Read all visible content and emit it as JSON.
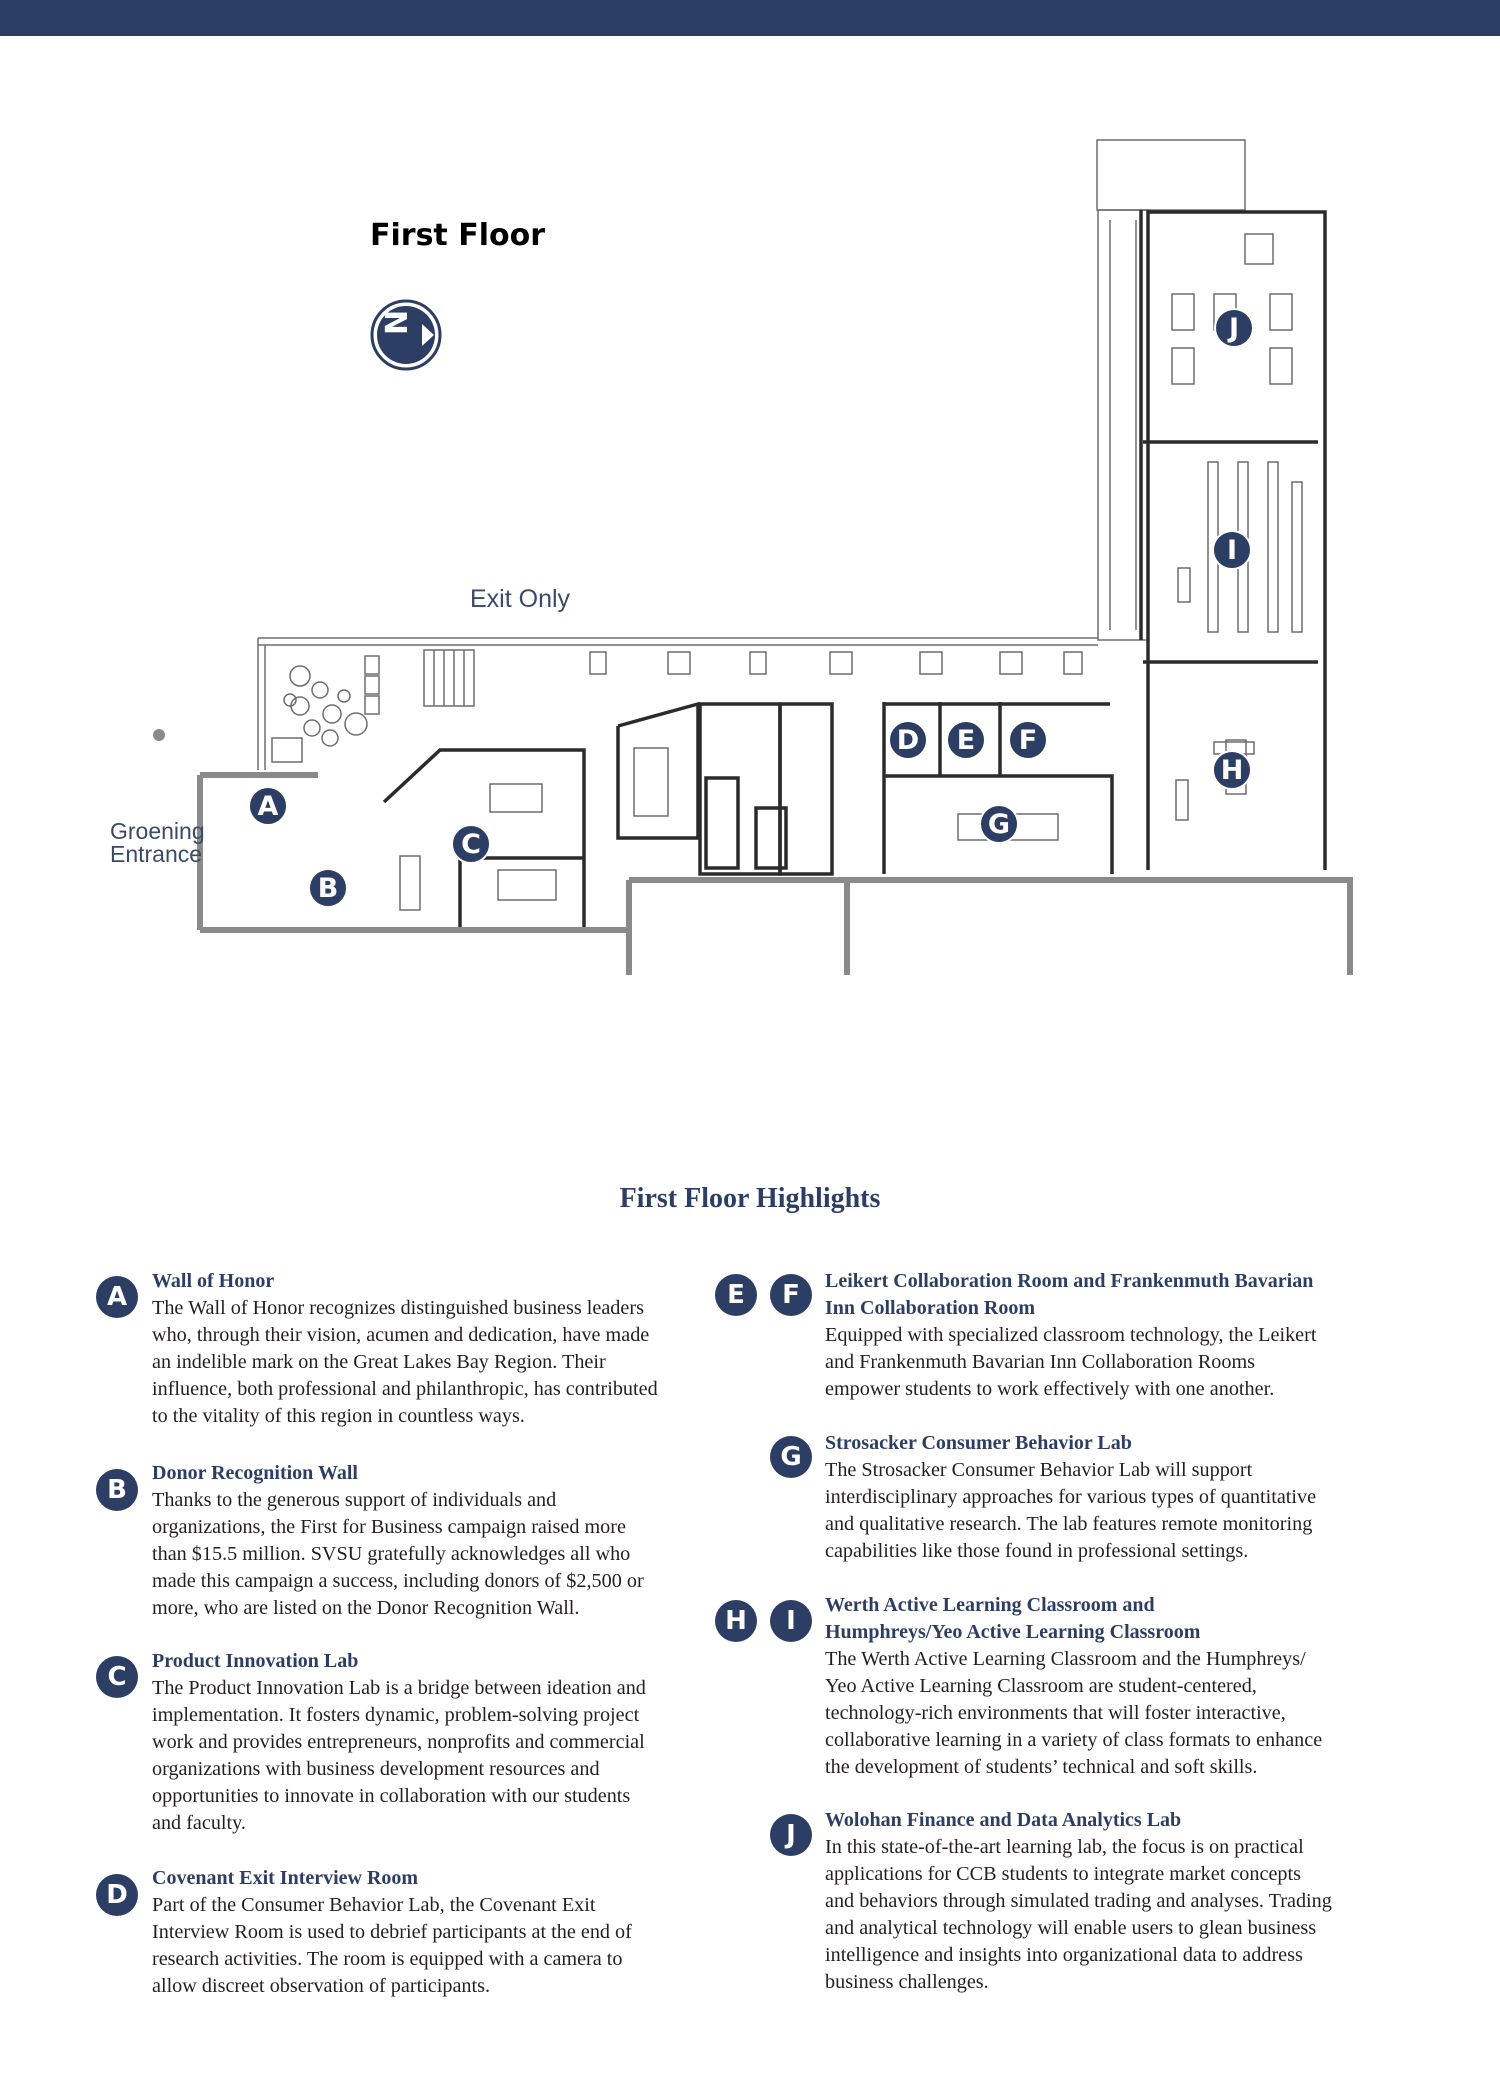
{
  "colors": {
    "brand": "#2c3e63",
    "wall": "#2b2b2b",
    "grey_wall": "#8a8a8a",
    "line": "#6d6d6d"
  },
  "map": {
    "floor_title": "First Floor",
    "compass_letter": "N",
    "exit_label": "Exit Only",
    "entrance_line1": "Groening",
    "entrance_line2": "Entrance",
    "markers": {
      "A": "A",
      "B": "B",
      "C": "C",
      "D": "D",
      "E": "E",
      "F": "F",
      "G": "G",
      "H": "H",
      "I": "I",
      "J": "J"
    }
  },
  "highlights": {
    "title": "First Floor Highlights",
    "items": [
      {
        "letters": [
          "A"
        ],
        "title": "Wall of Honor",
        "lines": [
          "The Wall of Honor recognizes distinguished business leaders",
          "who, through their vision, acumen and dedication, have made",
          "an indelible mark on the Great Lakes Bay Region. Their",
          "influence, both professional and philanthropic, has contributed",
          "to the vitality of this region in countless ways."
        ]
      },
      {
        "letters": [
          "B"
        ],
        "title": "Donor Recognition Wall",
        "lines": [
          "Thanks to the generous support of individuals and",
          "organizations, the First for Business campaign raised more",
          "than $15.5 million. SVSU gratefully acknowledges all who",
          "made this campaign a success, including donors of $2,500 or",
          "more, who are listed on the Donor Recognition Wall."
        ]
      },
      {
        "letters": [
          "C"
        ],
        "title": "Product Innovation Lab",
        "lines": [
          "The Product Innovation Lab is a bridge between ideation and",
          "implementation. It fosters dynamic, problem-solving project",
          "work and provides entrepreneurs, nonprofits and commercial",
          "organizations with business development resources and",
          "opportunities to innovate in collaboration with our students",
          "and faculty."
        ]
      },
      {
        "letters": [
          "D"
        ],
        "title": "Covenant Exit Interview Room",
        "lines": [
          "Part of the Consumer Behavior Lab, the Covenant Exit",
          "Interview Room is used to debrief participants at the end of",
          "research activities. The room is equipped with a camera to",
          "allow discreet observation of participants."
        ]
      },
      {
        "letters": [
          "E",
          "F"
        ],
        "title_lines": [
          "Leikert Collaboration Room and Frankenmuth Bavarian",
          "Inn Collaboration Room"
        ],
        "lines": [
          "Equipped with specialized classroom technology, the Leikert",
          "and Frankenmuth Bavarian Inn Collaboration Rooms",
          "empower students to work effectively with one another."
        ]
      },
      {
        "letters": [
          "G"
        ],
        "title": "Strosacker Consumer Behavior Lab",
        "lines": [
          "The Strosacker Consumer Behavior Lab will support",
          "interdisciplinary approaches for various types of quantitative",
          "and qualitative research. The lab features remote monitoring",
          "capabilities like those found in professional settings."
        ]
      },
      {
        "letters": [
          "H",
          "I"
        ],
        "title_lines": [
          "Werth Active Learning Classroom and",
          "Humphreys/Yeo Active Learning Classroom"
        ],
        "lines": [
          "The Werth Active Learning Classroom and the Humphreys/",
          "Yeo Active Learning Classroom are student-centered,",
          "technology-rich environments that will foster interactive,",
          "collaborative learning in a variety of class formats to enhance",
          "the development of students’ technical and soft skills."
        ]
      },
      {
        "letters": [
          "J"
        ],
        "title": "Wolohan Finance and Data Analytics Lab",
        "lines": [
          "In this state-of-the-art learning lab, the focus is on practical",
          "applications for CCB students to integrate market concepts",
          "and behaviors through simulated trading and analyses. Trading",
          "and analytical technology will enable users to glean business",
          "intelligence and insights into organizational data to address",
          "business challenges."
        ]
      }
    ]
  }
}
